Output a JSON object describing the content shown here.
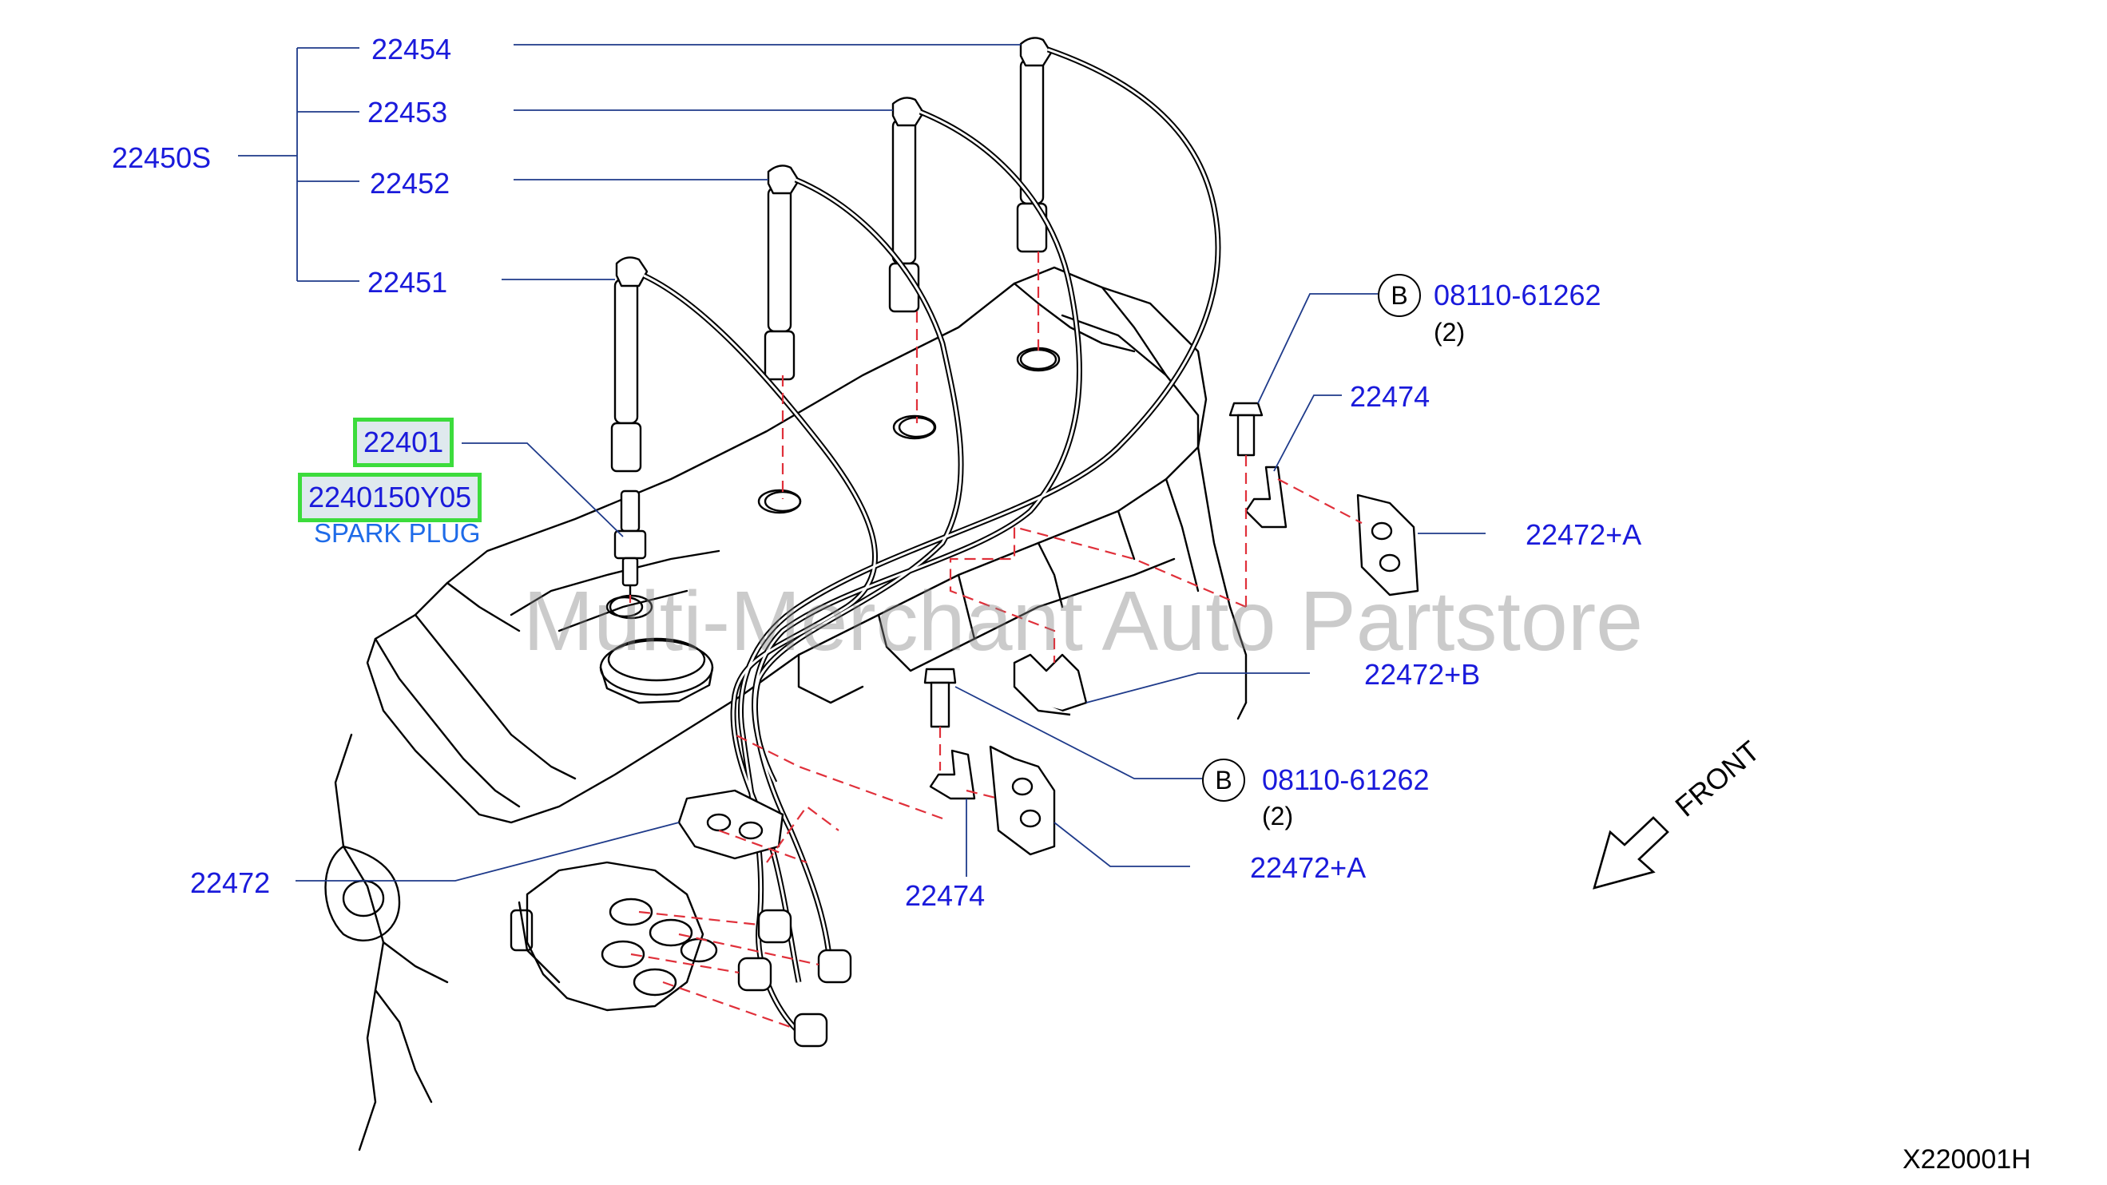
{
  "diagram": {
    "watermark": "Multi-Merchant Auto Partstore",
    "figure_code": "X220001H",
    "front_arrow_label": "FRONT",
    "labels": {
      "set": "22450S",
      "cable_4": "22454",
      "cable_3": "22453",
      "cable_2": "22452",
      "cable_1": "22451",
      "plug_part": "22401",
      "plug_part_no": "2240150Y05",
      "plug_name": "SPARK PLUG",
      "bolt_upper_code": "B",
      "bolt_upper_part": "08110-61262",
      "bolt_upper_qty": "(2)",
      "bracket_upper": "22474",
      "clamp_upper_a": "22472+A",
      "clamp_b": "22472+B",
      "bolt_lower_code": "B",
      "bolt_lower_part": "08110-61262",
      "bolt_lower_qty": "(2)",
      "clamp_lower_a": "22472+A",
      "bracket_lower": "22474",
      "clamp_left": "22472"
    }
  },
  "colors": {
    "label": "#1a1adb",
    "leader": "#1e3a8a",
    "highlight_border": "#3cdc3c",
    "dashed": "#e0303a",
    "outline": "#000000"
  }
}
